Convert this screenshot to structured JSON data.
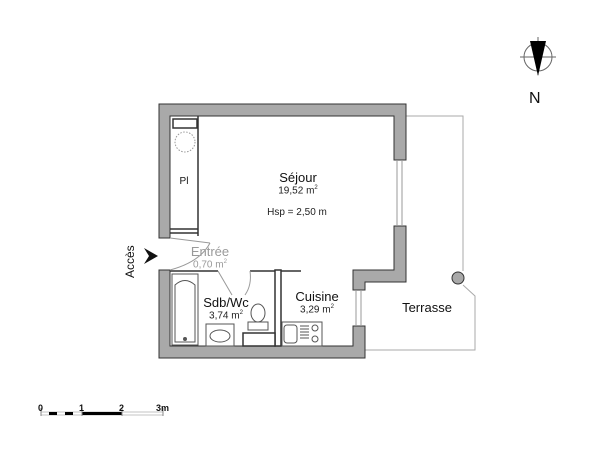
{
  "plan": {
    "rooms": [
      {
        "name": "Séjour",
        "area_value": "19,52",
        "area_unit": "m",
        "area_exp": "2"
      },
      {
        "name": "Entrée",
        "area_value": "0,70",
        "area_unit": "m",
        "area_exp": "2"
      },
      {
        "name": "Sdb/Wc",
        "area_value": "3,74",
        "area_unit": "m",
        "area_exp": "2"
      },
      {
        "name": "Cuisine",
        "area_value": "3,29",
        "area_unit": "m",
        "area_exp": "2"
      },
      {
        "name": "Terrasse"
      }
    ],
    "closet_label": "Pl",
    "ceiling_height": "Hsp = 2,50 m",
    "access_label": "Accès"
  },
  "compass": {
    "label": "N"
  },
  "scale_bar": {
    "ticks": [
      "0",
      "1",
      "2",
      "3m"
    ]
  },
  "colors": {
    "wall_fill": "#a9a9a9",
    "wall_stroke": "#333333",
    "line": "#999999"
  }
}
